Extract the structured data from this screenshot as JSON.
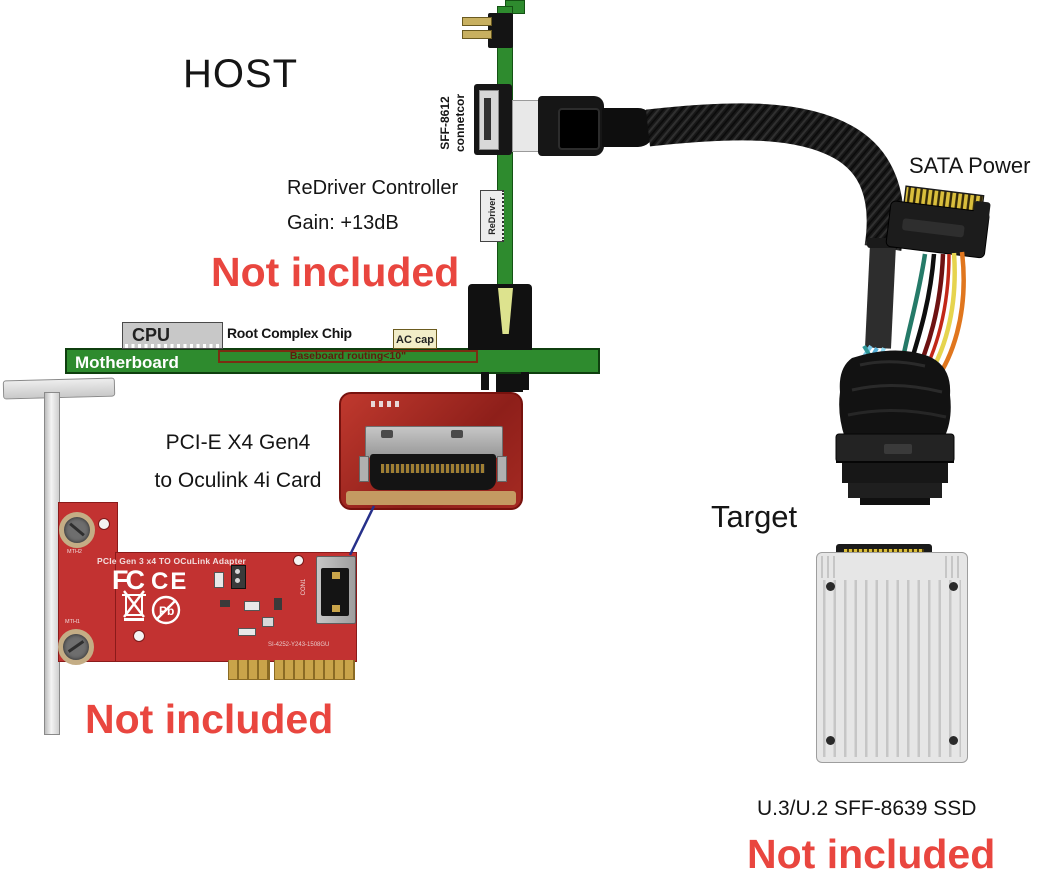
{
  "colors": {
    "accent_red": "#E9463F",
    "pcb_green": "#2E8B2E",
    "card_red": "#C23231",
    "gold": "#C9A44A"
  },
  "labels": {
    "host": "HOST",
    "redriver_controller": "ReDriver Controller",
    "gain": "Gain: +13dB",
    "not_included": "Not included",
    "cpu": "CPU",
    "root_complex": "Root Complex Chip",
    "ac_cap": "AC cap",
    "motherboard": "Motherboard",
    "baseboard_routing": "Baseboard routing<10\"",
    "sff8612_line1": "SFF-8612",
    "sff8612_line2": "connetcor",
    "redriver_chip": "ReDriver",
    "sata_power": "SATA Power",
    "target": "Target",
    "card_title_line1": "PCI-E X4 Gen4",
    "card_title_line2": "to Oculink 4i Card",
    "ssd_label": "U.3/U.2 SFF-8639 SSD",
    "card_silkscreen": "PCIe Gen 3 x4 TO OCuLink Adapter",
    "card_fcc": "FC",
    "card_ce": "CE",
    "card_serial": "SI-4252-Y243-1508GU",
    "card_con1": "CON1",
    "card_mth2": "MTH2",
    "card_mth1": "MTH1"
  }
}
